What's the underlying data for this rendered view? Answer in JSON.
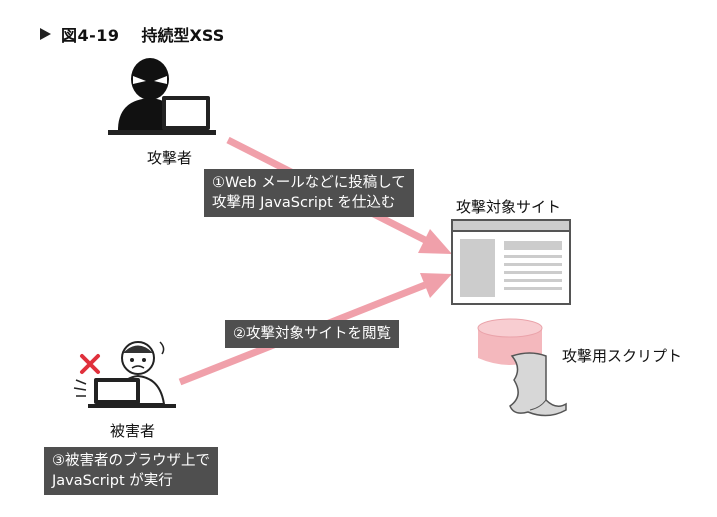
{
  "figure": {
    "number": "図4-19",
    "title": "持続型XSS"
  },
  "labels": {
    "attacker": "攻撃者",
    "victim": "被害者",
    "target_site": "攻撃対象サイト",
    "attack_script": "攻撃用スクリプト"
  },
  "steps": [
    {
      "line1": "①Web メールなどに投稿して",
      "line2": "攻撃用 JavaScript を仕込む"
    },
    {
      "line1": "②攻撃対象サイトを閲覧",
      "line2": ""
    },
    {
      "line1": "③被害者のブラウザ上で",
      "line2": "JavaScript が実行"
    }
  ],
  "icons": {
    "attacker": "masked-attacker-at-computer",
    "victim": "worried-user-at-computer",
    "site": "website-window",
    "script": "script-scroll",
    "database": "database-cylinder",
    "error_mark": "red-x"
  },
  "colors": {
    "arrow": "#f0a0aa",
    "callout_bg": "#4f4f4f",
    "x_mark": "#e0303c",
    "db": "#f4b8bd"
  }
}
